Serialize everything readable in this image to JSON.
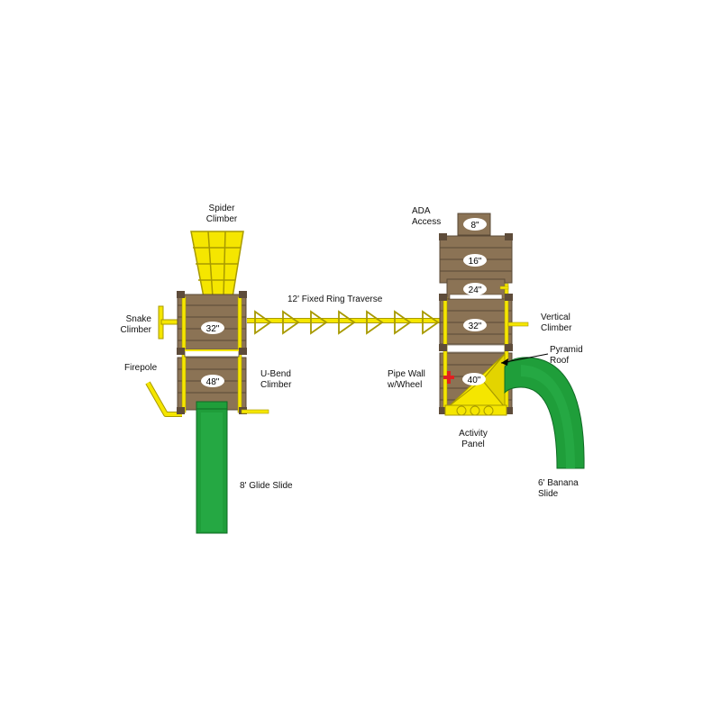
{
  "labels": {
    "spider_climber": "Spider\nClimber",
    "snake_climber": "Snake\nClimber",
    "firepole": "Firepole",
    "u_bend_climber": "U-Bend\nClimber",
    "glide_slide": "8' Glide Slide",
    "ring_traverse": "12' Fixed Ring Traverse",
    "ada_access": "ADA\nAccess",
    "vertical_climber": "Vertical\nClimber",
    "pyramid_roof": "Pyramid\nRoof",
    "pipe_wall": "Pipe Wall\nw/Wheel",
    "activity_panel": "Activity\nPanel",
    "banana_slide": "6' Banana\nSlide"
  },
  "deck_heights": {
    "left_upper": "32\"",
    "left_lower": "48\"",
    "right_ada": "8\"",
    "right_16": "16\"",
    "right_24": "24\"",
    "right_32": "32\"",
    "right_40": "40\""
  },
  "colors": {
    "wood": "#8b7355",
    "wood_line": "#5a4a36",
    "post": "#5e4c3a",
    "yellow": "#f5e600",
    "yellow_line": "#a89a00",
    "green": "#1f9e3a",
    "green_dark": "#0f6b24",
    "red": "#e02020"
  }
}
